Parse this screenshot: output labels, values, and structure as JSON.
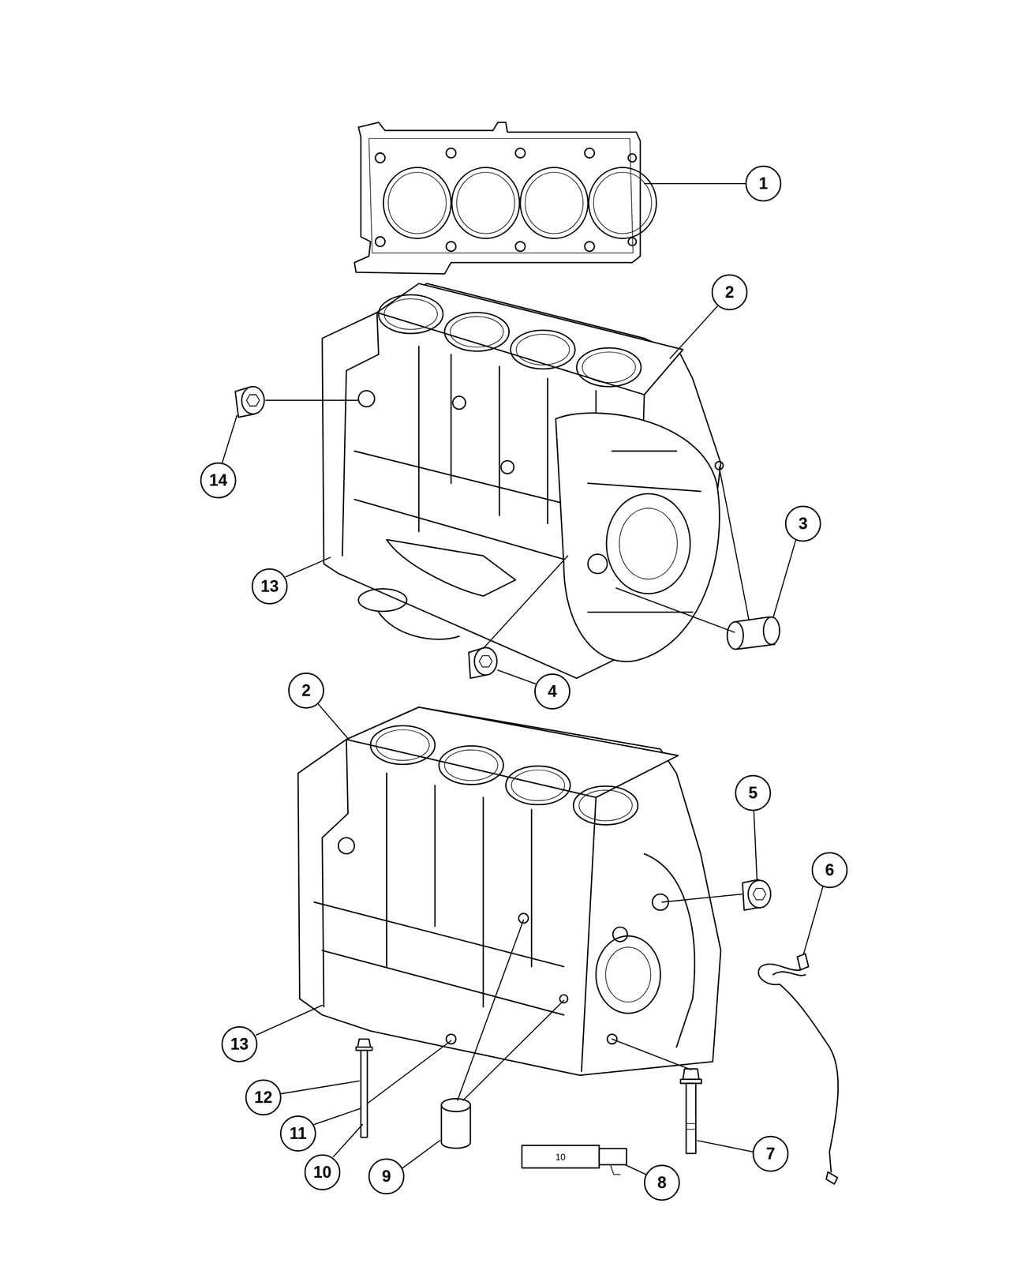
{
  "diagram": {
    "nodes": [
      {
        "text": [
          "1"
        ]
      },
      {
        "text": [
          "2"
        ]
      },
      {
        "text": [
          "14"
        ]
      },
      {
        "text": [
          "3"
        ]
      },
      {
        "text": [
          "13"
        ]
      },
      {
        "text": [
          "4"
        ]
      },
      {
        "text": [
          "2"
        ]
      },
      {
        "text": [
          "5"
        ]
      },
      {
        "text": [
          "6"
        ]
      },
      {
        "text": [
          "13"
        ]
      },
      {
        "text": [
          "12"
        ]
      },
      {
        "text": [
          "11"
        ]
      },
      {
        "text": [
          "7"
        ]
      },
      {
        "text": [
          "10"
        ]
      },
      {
        "text": [
          "9"
        ]
      },
      {
        "text": [
          "8"
        ]
      }
    ],
    "labels": [
      "10"
    ]
  }
}
